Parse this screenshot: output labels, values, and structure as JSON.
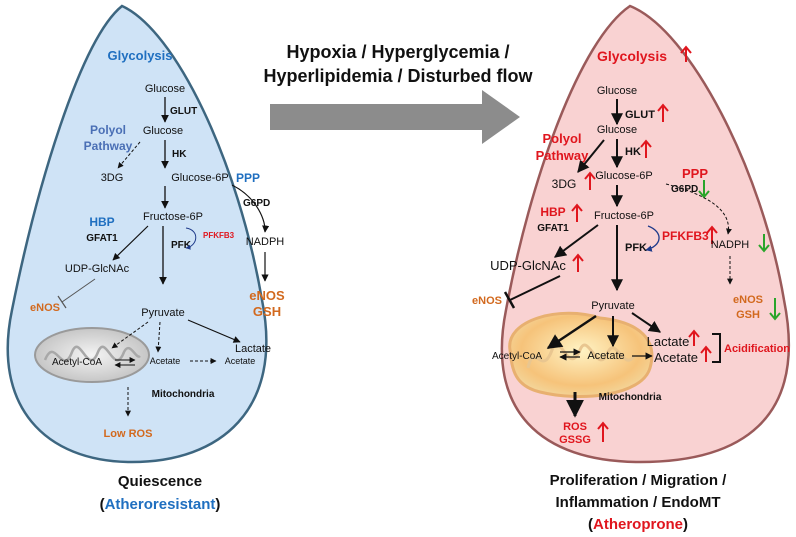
{
  "title_line1": "Hypoxia / Hyperglycemia /",
  "title_line2": "Hyperlipidemia / Disturbed flow",
  "colors": {
    "blue_fill": "#cfe3f6",
    "pink_fill": "#f9d2d2",
    "blue_text": "#1f6fc0",
    "red_text": "#e0161e",
    "orange_text": "#d2691e",
    "green_arrow": "#2aa52a"
  },
  "left": {
    "glycolysis": "Glycolysis",
    "glucose": "Glucose",
    "glut": "GLUT",
    "glucose2": "Glucose",
    "hk": "HK",
    "polyol1": "Polyol",
    "polyol2": "Pathway",
    "dg3": "3DG",
    "glucose6p": "Glucose-6P",
    "ppp": "PPP",
    "g6pd": "G6PD",
    "hbp": "HBP",
    "gfat1": "GFAT1",
    "fructose6p": "Fructose-6P",
    "pfk": "PFK",
    "pfkfb3": "PFKFB3",
    "nadph": "NADPH",
    "udp": "UDP-GlcNAc",
    "enos": "eNOS",
    "enos2": "eNOS",
    "gsh": "GSH",
    "pyruvate": "Pyruvate",
    "lactate": "Lactate",
    "acetylcoa": "Acetyl-CoA",
    "acetate1": "Acetate",
    "acetate2": "Acetate",
    "mito": "Mitochondria",
    "lowros": "Low ROS",
    "caption1": "Quiescence",
    "caption_paren_open": "(",
    "caption2": "Atheroresistant",
    "caption_paren_close": ")"
  },
  "right": {
    "glycolysis": "Glycolysis",
    "glucose": "Glucose",
    "glut": "GLUT",
    "glucose2": "Glucose",
    "hk": "HK",
    "polyol1": "Polyol",
    "polyol2": "Pathway",
    "dg3": "3DG",
    "glucose6p": "Glucose-6P",
    "ppp": "PPP",
    "g6pd": "G6PD",
    "hbp": "HBP",
    "gfat1": "GFAT1",
    "fructose6p": "Fructose-6P",
    "pfk": "PFK",
    "pfkfb3": "PFKFB3",
    "nadph": "NADPH",
    "udp": "UDP-GlcNAc",
    "enos": "eNOS",
    "enos2": "eNOS",
    "gsh": "GSH",
    "pyruvate": "Pyruvate",
    "lactate": "Lactate",
    "acetylcoa": "Acetyl-CoA",
    "acetate1": "Acetate",
    "acetate2": "Acetate",
    "acidification": "Acidification",
    "mito": "Mitochondria",
    "ros": "ROS",
    "gssg": "GSSG",
    "caption1": "Proliferation / Migration /",
    "caption2": "Inflammation / EndoMT",
    "caption_paren_open": "(",
    "caption3": "Atheroprone",
    "caption_paren_close": ")"
  }
}
